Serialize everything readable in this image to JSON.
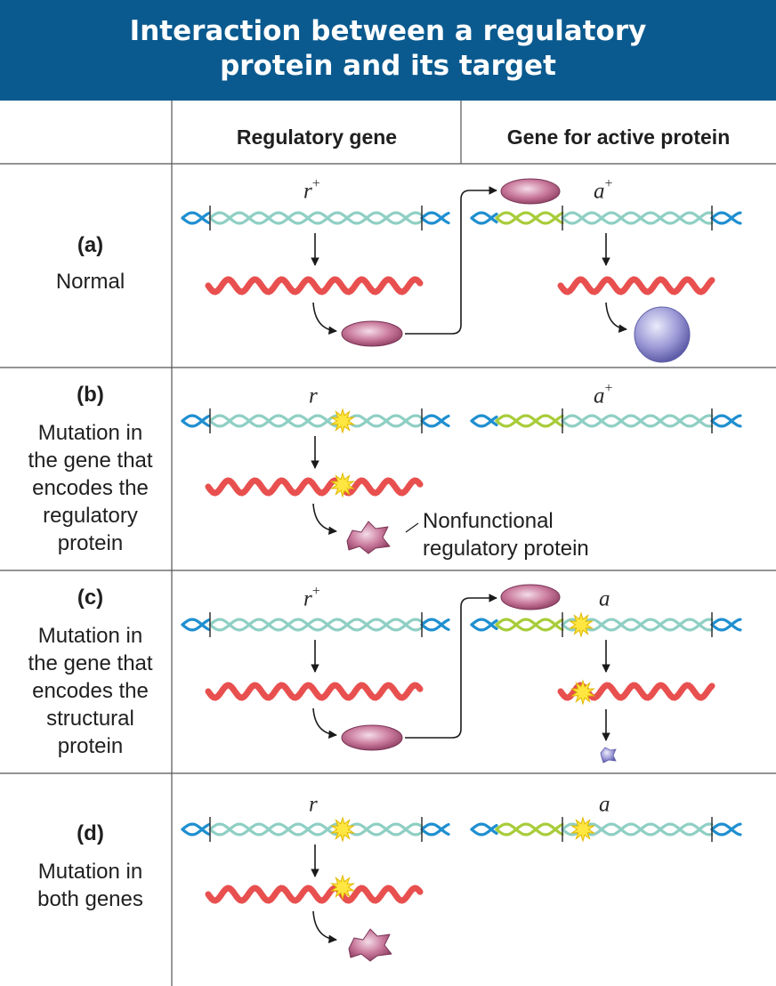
{
  "title": {
    "line1": "Interaction between a regulatory",
    "line2": "protein and its target"
  },
  "columns": {
    "regulatory": "Regulatory gene",
    "active": "Gene for active protein"
  },
  "rows": [
    {
      "letter": "(a)",
      "lines": [
        "Normal"
      ],
      "reg_gene": {
        "name": "r",
        "sup": "+"
      },
      "act_gene": {
        "name": "a",
        "sup": "+"
      }
    },
    {
      "letter": "(b)",
      "lines": [
        "Mutation in",
        "the gene that",
        "encodes the",
        "regulatory",
        "protein"
      ],
      "reg_gene": {
        "name": "r",
        "sup": ""
      },
      "act_gene": {
        "name": "a",
        "sup": "+"
      },
      "callout": [
        "Nonfunctional",
        "regulatory protein"
      ]
    },
    {
      "letter": "(c)",
      "lines": [
        "Mutation in",
        "the gene that",
        "encodes the",
        "structural",
        "protein"
      ],
      "reg_gene": {
        "name": "r",
        "sup": "+"
      },
      "act_gene": {
        "name": "a",
        "sup": ""
      }
    },
    {
      "letter": "(d)",
      "lines": [
        "Mutation in",
        "both genes"
      ],
      "reg_gene": {
        "name": "r",
        "sup": ""
      },
      "act_gene": {
        "name": "a",
        "sup": ""
      }
    }
  ],
  "colors": {
    "banner": "#0a5a8f",
    "dna_strand": "#8fcfc4",
    "dna_end": "#1f8fd0",
    "regulatory_site": "#a8cc3a",
    "mrna": "#e8504f",
    "regulatory_protein": "#c9799b",
    "active_protein": "#9c9ad6",
    "mutation": "#ffe640",
    "grid_line": "#555555"
  }
}
